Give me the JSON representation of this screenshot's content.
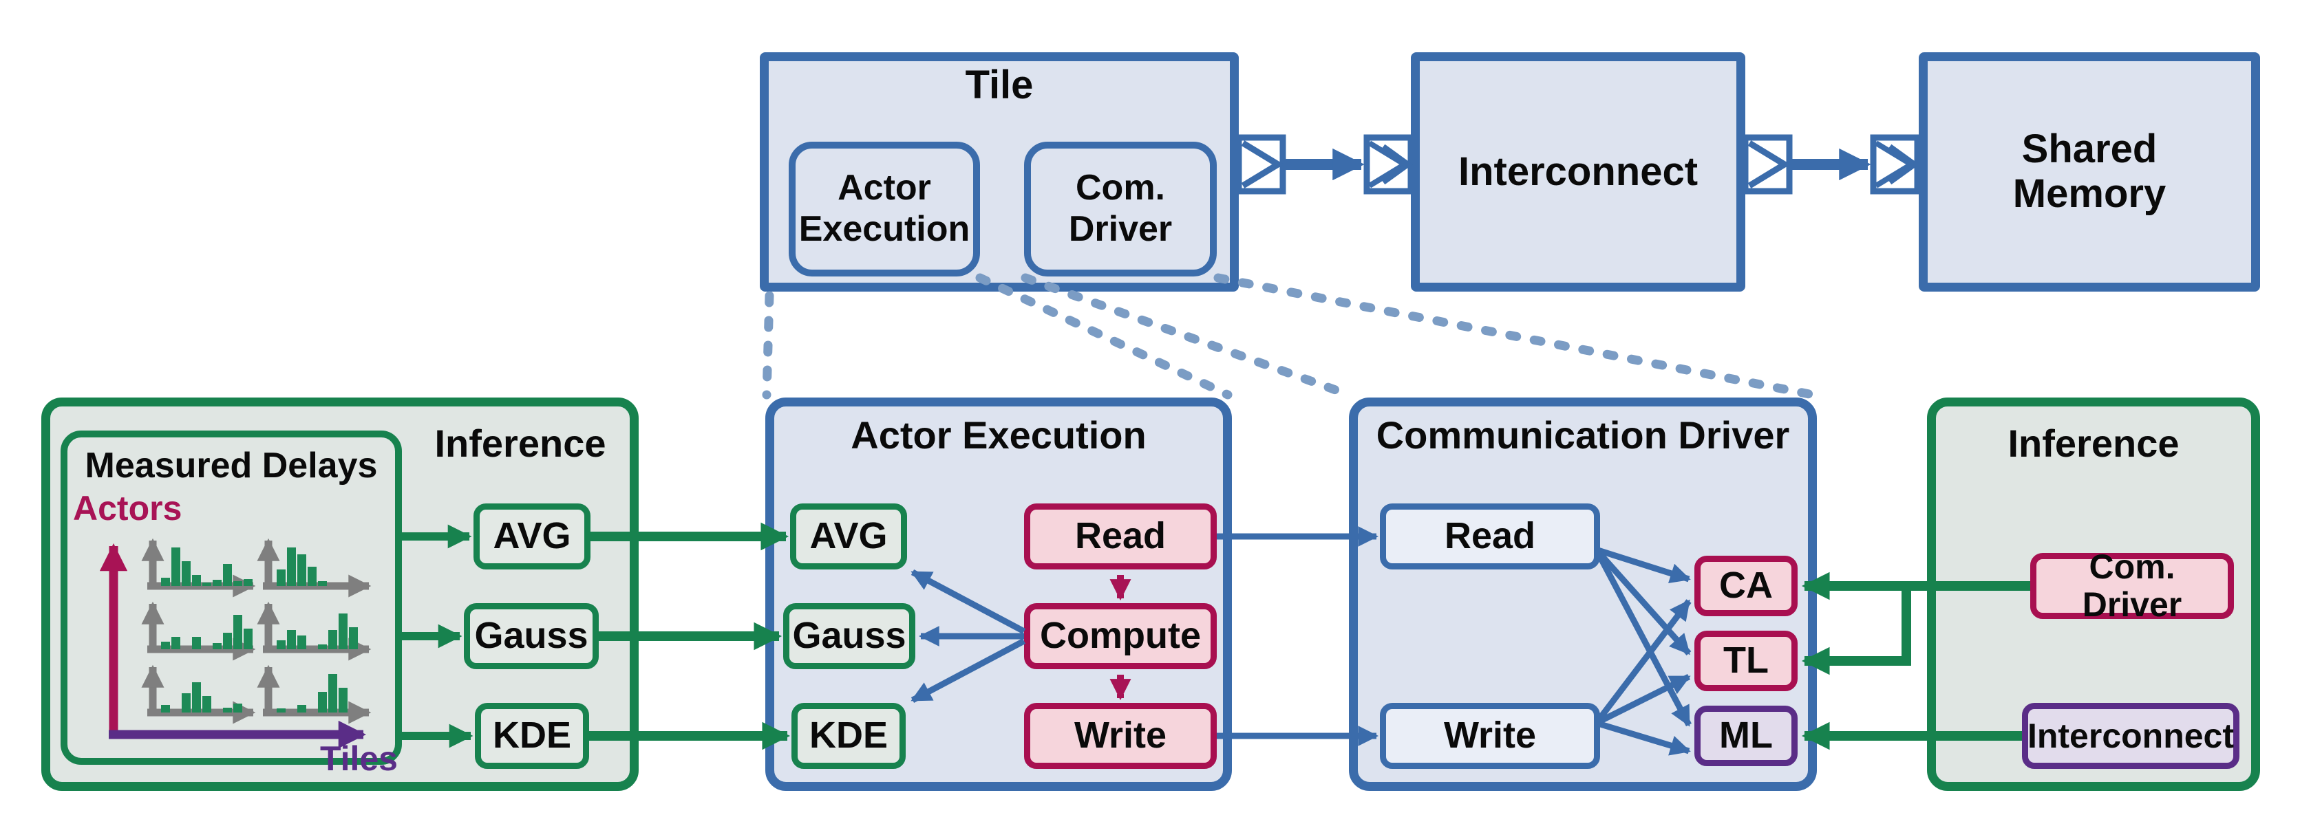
{
  "colors": {
    "blue": "#3b6cab",
    "blue_fill": "#dde3ef",
    "blue_chip_fill": "#eaeef7",
    "soft_blue_dash": "#7b9cc4",
    "green": "#17824e",
    "green_fill": "#e0e6e3",
    "bar_green": "#1e8a57",
    "crimson": "#a80f50",
    "pink_fill": "#f6d5dc",
    "purple": "#5a2d87",
    "lavender_fill": "#e2dcec",
    "gray_axis": "#7f7f7f",
    "text": "#0a0a0a"
  },
  "top_row": {
    "tile": {
      "title": "Tile",
      "actor_execution_line1": "Actor",
      "actor_execution_line2": "Execution",
      "com_driver_line1": "Com.",
      "com_driver_line2": "Driver"
    },
    "interconnect_label": "Interconnect",
    "shared_memory_line1": "Shared",
    "shared_memory_line2": "Memory"
  },
  "left_inference": {
    "title": "Inference",
    "measured_delays": {
      "title": "Measured Delays",
      "y_axis_label": "Actors",
      "x_axis_label": "Tiles",
      "histograms": [
        [
          12,
          56,
          36,
          16,
          5,
          9,
          32,
          7,
          10
        ],
        [
          24,
          56,
          46,
          28,
          7
        ],
        [
          11,
          18,
          0,
          18,
          0,
          9,
          24,
          50,
          30
        ],
        [
          13,
          28,
          20,
          0,
          7,
          28,
          52,
          32
        ],
        [
          11,
          0,
          28,
          44,
          24,
          0,
          7,
          13
        ],
        [
          6,
          0,
          11,
          0,
          30,
          56,
          36
        ]
      ]
    },
    "methods": [
      "AVG",
      "Gauss",
      "KDE"
    ]
  },
  "actor_execution": {
    "title": "Actor Execution",
    "methods": [
      "AVG",
      "Gauss",
      "KDE"
    ],
    "phases": [
      "Read",
      "Compute",
      "Write"
    ]
  },
  "communication_driver": {
    "title": "Communication Driver",
    "ops": [
      "Read",
      "Write"
    ],
    "models": [
      "CA",
      "TL",
      "ML"
    ]
  },
  "right_inference": {
    "title": "Inference",
    "com_driver_label": "Com. Driver",
    "interconnect_label": "Interconnect"
  }
}
